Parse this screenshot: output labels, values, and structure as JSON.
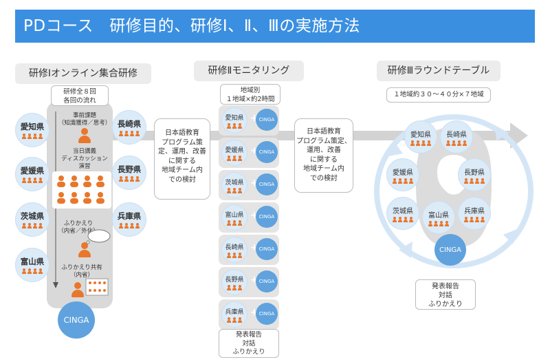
{
  "title": "PDコース　研修目的、研修Ⅰ、Ⅱ、Ⅲの実施方法",
  "section1": {
    "heading": "研修Ⅰオンライン集合研修",
    "info_line1": "研修全８回",
    "info_line2": "各回の流れ",
    "step1_line1": "事前課題",
    "step1_line2": "（知識獲得／思考）",
    "step2_line1": "当日講義",
    "step2_line2": "ディスカッション",
    "step2_line3": "演習",
    "step3_line1": "ふりかえり",
    "step3_line2": "（内省／外化）",
    "step4_line1": "ふりかえり共有",
    "step4_line2": "（内省）",
    "left_prefs": [
      "愛知県",
      "愛媛県",
      "茨城県",
      "富山県"
    ],
    "right_prefs": [
      "長崎県",
      "長野県",
      "兵庫県"
    ],
    "cinga": "CINGA"
  },
  "middle_box1": {
    "line1": "日本語教育",
    "line2": "プログラム策",
    "line3": "定、運用、改善",
    "line4": "に関する",
    "line5": "地域チーム内",
    "line6": "での検討"
  },
  "section2": {
    "heading": "研修Ⅱモニタリング",
    "info_line1": "地域別",
    "info_line2": "１地域×約2時間",
    "rows": [
      "愛知県",
      "愛媛県",
      "茨城県",
      "富山県",
      "長崎県",
      "長野県",
      "兵庫県"
    ],
    "cinga": "CINGA",
    "plus": "+",
    "footer_line1": "発表報告",
    "footer_line2": "対話",
    "footer_line3": "ふりかえり"
  },
  "middle_box2": {
    "line1": "日本語教育",
    "line2": "プログラム策定、",
    "line3": "運用、改善",
    "line4": "に関する",
    "line5": "地域チーム内",
    "line6": "での検討"
  },
  "section3": {
    "heading": "研修Ⅲラウンドテーブル",
    "info": "１地域約３０～４０分×７地域",
    "prefs": [
      "愛知県",
      "長崎県",
      "愛媛県",
      "長野県",
      "茨城県",
      "富山県",
      "兵庫県"
    ],
    "cinga": "CINGA",
    "footer_line1": "発表報告",
    "footer_line2": "対話",
    "footer_line3": "ふりかえり"
  },
  "colors": {
    "banner": "#3b8fe0",
    "accent_orange": "#e9772b",
    "cinga_blue": "#5fa2dd",
    "circle_fill": "#dcebf8",
    "arrow_gray": "#d3d3d3"
  }
}
